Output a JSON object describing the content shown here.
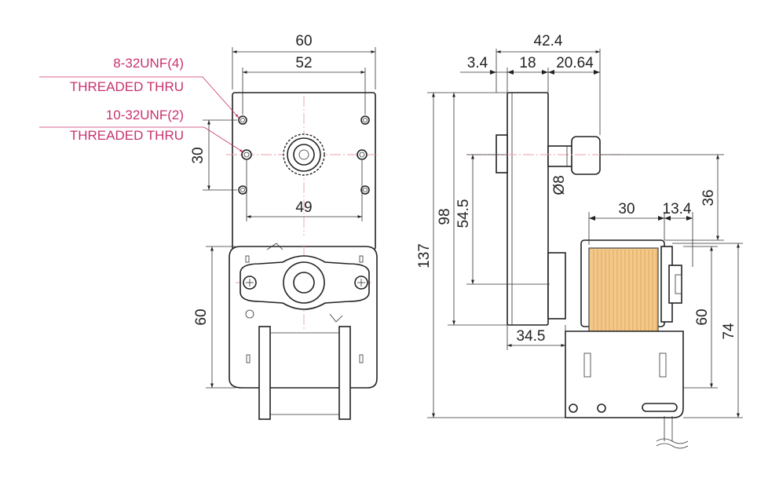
{
  "colors": {
    "line": "#222222",
    "annotation": "#c8326e",
    "centerline": "#e9a0a8",
    "coil": "#f3c98a"
  },
  "annotations": {
    "hole1_spec": "8-32UNF(4)",
    "hole1_note": "THREADED THRU",
    "hole2_spec": "10-32UNF(2)",
    "hole2_note": "THREADED THRU"
  },
  "front_view": {
    "width_overall": "60",
    "hole_spacing_top": "52",
    "hole_spacing_bottom": "49",
    "hole_vertical": "30",
    "motor_height": "60"
  },
  "side_view": {
    "depth_overall": "42.4",
    "depth_a": "3.4",
    "depth_b": "18",
    "depth_c": "20.64",
    "shaft_diameter": "Ø8",
    "plate_height": "98",
    "shaft_height": "54.5",
    "total_height": "137",
    "coil_width": "30",
    "coil_offset": "13.4",
    "shaft_to_coil": "36",
    "motor_height": "60",
    "motor_total": "74",
    "bottom_offset": "34.5"
  }
}
